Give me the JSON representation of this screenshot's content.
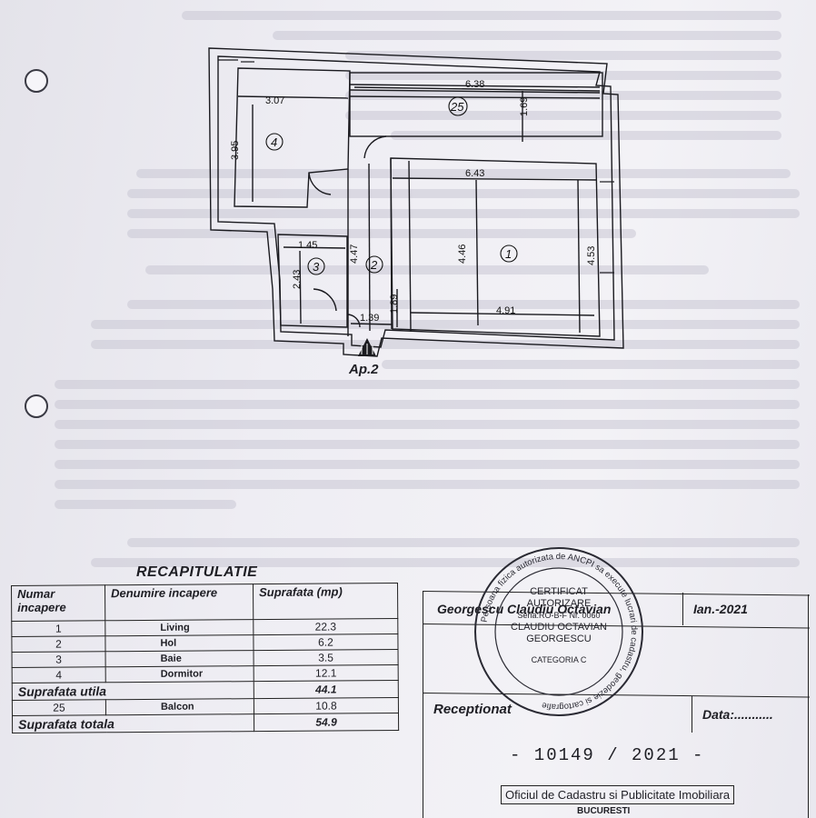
{
  "plan": {
    "dimensions": [
      "3.07",
      "3.95",
      "6.38",
      "1.69",
      "6.43",
      "4.46",
      "4.53",
      "4.47",
      "1.45",
      "2.43",
      "1.39",
      "1.89",
      "4.91"
    ],
    "room_numbers": [
      "4",
      "25",
      "1",
      "2",
      "3"
    ],
    "apartment_label": "Ap.2"
  },
  "recap": {
    "title": "RECAPITULATIE",
    "headers": [
      "Numar incapere",
      "Denumire incapere",
      "Suprafata (mp)"
    ],
    "rows": [
      {
        "num": "1",
        "name": "Living",
        "area": "22.3"
      },
      {
        "num": "2",
        "name": "Hol",
        "area": "6.2"
      },
      {
        "num": "3",
        "name": "Baie",
        "area": "3.5"
      },
      {
        "num": "4",
        "name": "Dormitor",
        "area": "12.1"
      }
    ],
    "useful_label": "Suprafata utila",
    "useful_value": "44.1",
    "balcony": {
      "num": "25",
      "name": "Balcon",
      "area": "10.8"
    },
    "total_label": "Suprafata totala",
    "total_value": "54.9"
  },
  "signature": {
    "name": "Georgescu Claudiu Octavian",
    "date": "Ian.-2021",
    "received_label": "Receptionat",
    "data_label": "Data:",
    "data_dots": "...........",
    "reg_number": "- 10149 / 2021 -",
    "office": "Oficiul de Cadastru si Publicitate Imobiliara",
    "office_sub": "BUCURESTI"
  },
  "stamp": {
    "ring_text": "Persoana fizica autorizata de ANCPI sa execute lucrari de cadastru, geodezie si cartografie",
    "line1": "CERTIFICAT",
    "line2": "AUTORIZARE",
    "line3": "Seria:RO-B-F Nr. 0060",
    "line4": "CLAUDIU OCTAVIAN",
    "line5": "GEORGESCU",
    "category": "CATEGORIA C"
  }
}
